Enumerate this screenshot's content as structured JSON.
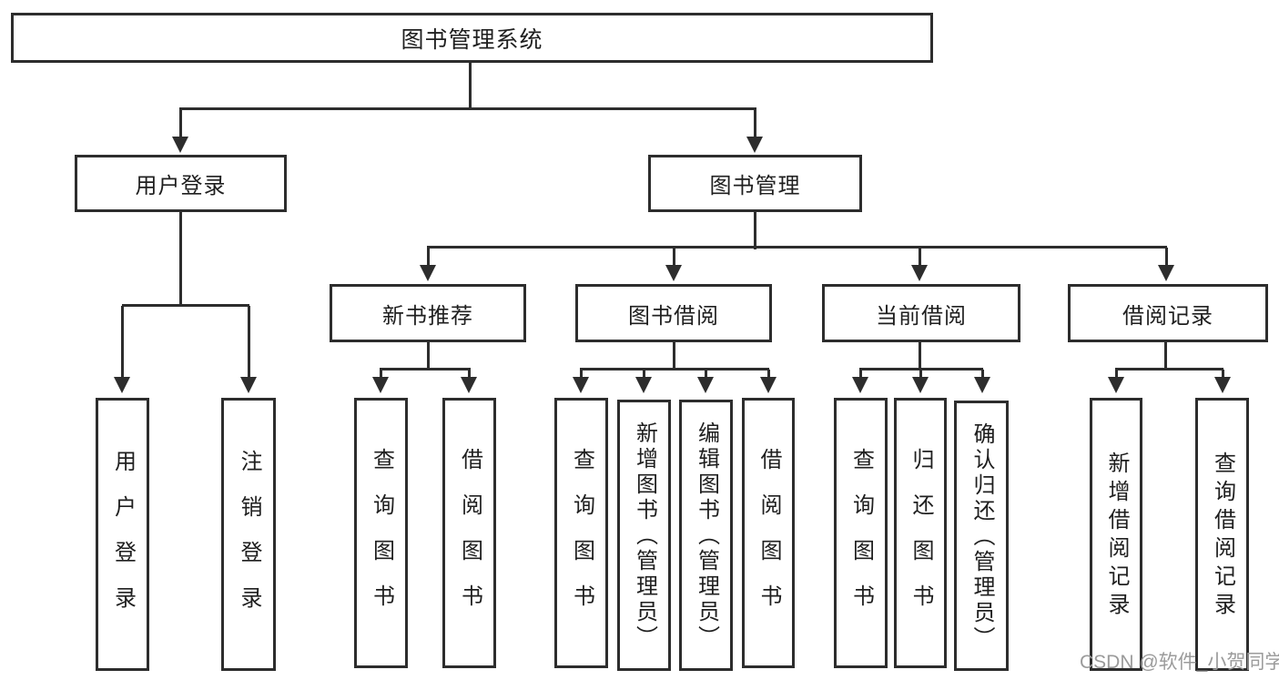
{
  "colors": {
    "line": "#2d2d2d",
    "text": "#1f1f1f",
    "background": "#ffffff",
    "watermark_color": "#9b9b9b"
  },
  "watermark": "CSDN @软件_小贺同学",
  "tree": {
    "label": "图书管理系统",
    "children": [
      {
        "label": "用户登录",
        "children": [
          {
            "label": "用户登录"
          },
          {
            "label": "注销登录"
          }
        ]
      },
      {
        "label": "图书管理",
        "children": [
          {
            "label": "新书推荐",
            "children": [
              {
                "label": "查询图书"
              },
              {
                "label": "借阅图书"
              }
            ]
          },
          {
            "label": "图书借阅",
            "children": [
              {
                "label": "查询图书"
              },
              {
                "label": "新增图书（管理员）"
              },
              {
                "label": "编辑图书（管理员）"
              },
              {
                "label": "借阅图书"
              }
            ]
          },
          {
            "label": "当前借阅",
            "children": [
              {
                "label": "查询图书"
              },
              {
                "label": "归还图书"
              },
              {
                "label": "确认归还（管理员）"
              }
            ]
          },
          {
            "label": "借阅记录",
            "children": [
              {
                "label": "新增借阅记录"
              },
              {
                "label": "查询借阅记录"
              }
            ]
          }
        ]
      }
    ]
  }
}
